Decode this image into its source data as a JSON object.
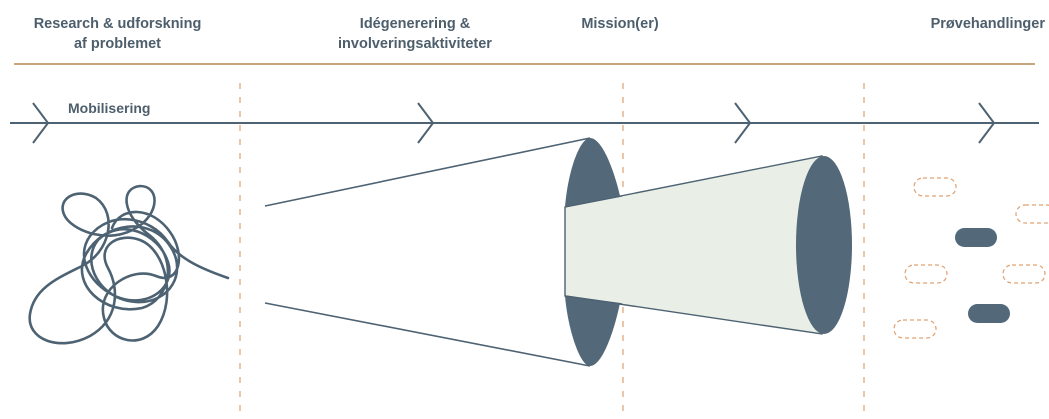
{
  "phases": [
    {
      "line1": "Research & udforskning",
      "line2": "af problemet"
    },
    {
      "line1": "Idégenerering &",
      "line2": "involveringsaktiviteter"
    },
    {
      "line1": "Mission(er)",
      "line2": ""
    },
    {
      "line1": "Prøvehandlinger",
      "line2": ""
    }
  ],
  "lane_label": "Mobilisering",
  "colors": {
    "text": "#4d5e6c",
    "line": "#4d6272",
    "accent": "#c8a57e",
    "dashed": "#e0a070",
    "fill_dark": "#536878",
    "fill_light": "#e9efe6"
  }
}
